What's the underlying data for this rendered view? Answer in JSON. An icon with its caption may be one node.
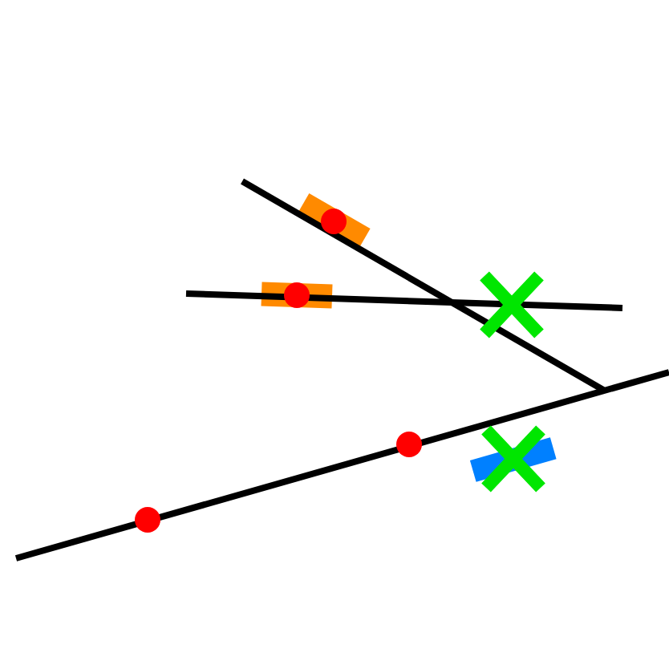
{
  "diagram": {
    "nodes": [
      {
        "text": [],
        "shape": "bar"
      },
      {
        "text": [],
        "shape": "circle",
        "in": 0
      },
      {
        "text": [],
        "shape": "bar"
      },
      {
        "text": [],
        "shape": "circle",
        "in": 2
      },
      {
        "text": [],
        "shape": "cross"
      },
      {
        "text": [],
        "shape": "circle"
      },
      {
        "text": [],
        "shape": "cross"
      },
      {
        "text": [],
        "shape": "bar"
      },
      {
        "text": [],
        "shape": "circle"
      }
    ]
  }
}
